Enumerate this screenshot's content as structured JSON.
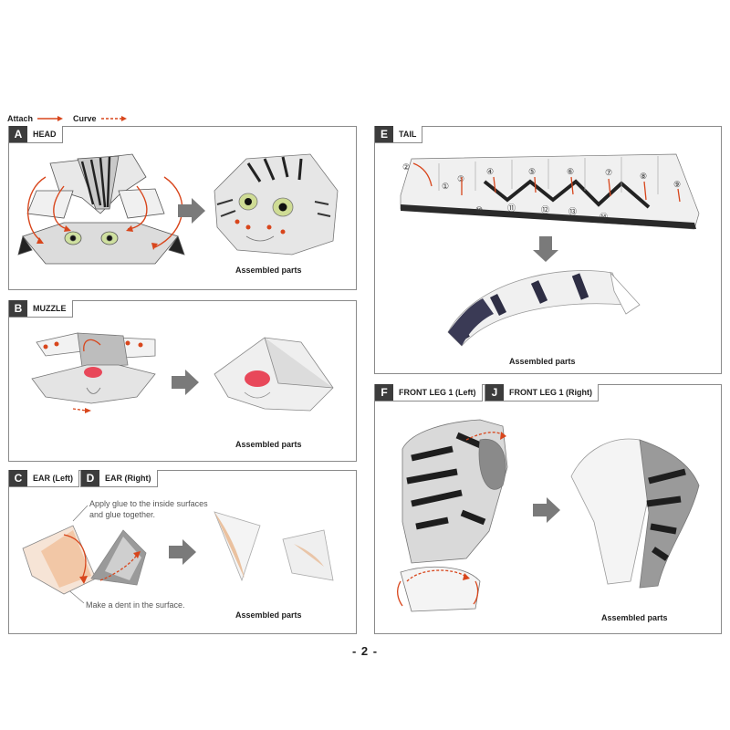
{
  "legend": {
    "attach_label": "Attach",
    "curve_label": "Curve"
  },
  "colors": {
    "arrow": "#d8461c",
    "dark_tab": "#3c3c3c",
    "border": "#8a8a8a",
    "process_arrow": "#7a7a7a"
  },
  "panels": {
    "head": {
      "letter": "A",
      "name": "HEAD",
      "assembled": "Assembled parts"
    },
    "muzzle": {
      "letter": "B",
      "name": "MUZZLE",
      "assembled": "Assembled parts"
    },
    "ear": {
      "letter_left": "C",
      "name_left": "EAR (Left)",
      "letter_right": "D",
      "name_right": "EAR (Right)",
      "note_glue": "Apply glue to the inside surfaces and glue together.",
      "note_dent": "Make a dent in the surface.",
      "assembled": "Assembled parts"
    },
    "tail": {
      "letter": "E",
      "name": "TAIL",
      "assembled": "Assembled parts",
      "numbers_top": [
        "②",
        "①",
        "③",
        "④",
        "⑤",
        "⑥",
        "⑦",
        "⑧",
        "⑨"
      ],
      "numbers_bottom": [
        "⑩",
        "⑪",
        "⑫",
        "⑬",
        "⑭"
      ]
    },
    "front_leg": {
      "letter_left": "F",
      "name_left": "FRONT LEG 1 (Left)",
      "letter_right": "J",
      "name_right": "FRONT LEG 1 (Right)",
      "assembled": "Assembled parts"
    }
  },
  "page_number": "- 2 -"
}
